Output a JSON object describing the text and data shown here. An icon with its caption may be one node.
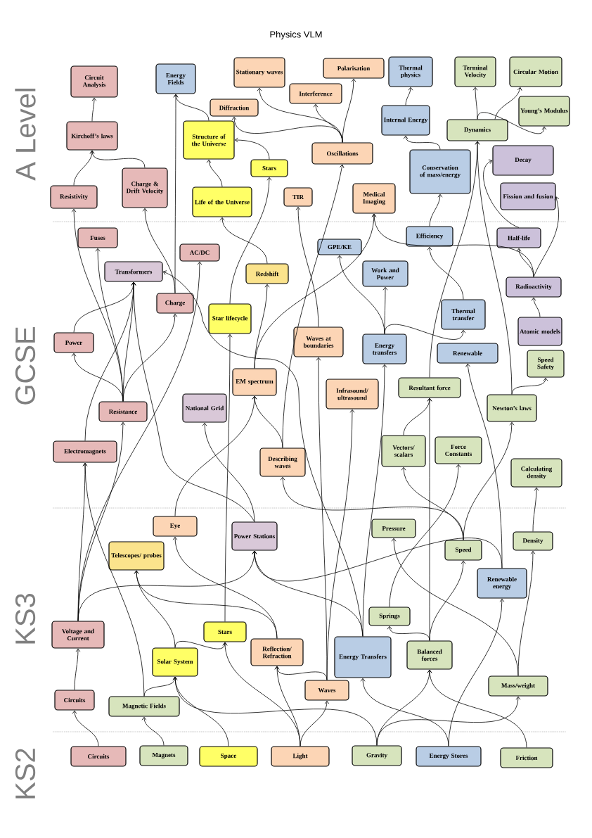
{
  "diagram": {
    "title": "Physics VLM",
    "nodes": [
      {
        "text": [
          "Circuit Analysis"
        ]
      },
      {
        "text": [
          "Energy Fields"
        ]
      },
      {
        "text": [
          "Stationary waves"
        ]
      },
      {
        "text": [
          "Polarisation"
        ]
      },
      {
        "text": [
          "Thermal physics"
        ]
      },
      {
        "text": [
          "Terminal Velocity"
        ]
      },
      {
        "text": [
          "Circular Motion"
        ]
      },
      {
        "text": [
          "Interference"
        ]
      },
      {
        "text": [
          "Diffraction"
        ]
      },
      {
        "text": [
          "Kirchoff’s laws"
        ]
      },
      {
        "text": [
          "Structure of the Universe"
        ]
      },
      {
        "text": [
          "Internal Energy"
        ]
      },
      {
        "text": [
          "Young’s Modulus"
        ]
      },
      {
        "text": [
          "Dynamics"
        ]
      },
      {
        "text": [
          "Oscillations"
        ]
      },
      {
        "text": [
          "Stars"
        ]
      },
      {
        "text": [
          "Conservation of mass/energy"
        ]
      },
      {
        "text": [
          "Decay"
        ]
      },
      {
        "text": [
          "Resistivity"
        ]
      },
      {
        "text": [
          "Charge & Drift Velocity"
        ]
      },
      {
        "text": [
          "Life of the Universe"
        ]
      },
      {
        "text": [
          "TIR"
        ]
      },
      {
        "text": [
          "Medical Imaging"
        ]
      },
      {
        "text": [
          "Fission and fusion"
        ]
      },
      {
        "text": [
          "Fuses"
        ]
      },
      {
        "text": [
          "AC/DC"
        ]
      },
      {
        "text": [
          "Transformers"
        ]
      },
      {
        "text": [
          "GPE/KE"
        ]
      },
      {
        "text": [
          "Efficiency"
        ]
      },
      {
        "text": [
          "Half-life"
        ]
      },
      {
        "text": [
          "Redshift"
        ]
      },
      {
        "text": [
          "Work and Power"
        ]
      },
      {
        "text": [
          "Charge"
        ]
      },
      {
        "text": [
          "Radioactivity"
        ]
      },
      {
        "text": [
          "Star lifecycle"
        ]
      },
      {
        "text": [
          "Thermal transfer"
        ]
      },
      {
        "text": [
          "Power"
        ]
      },
      {
        "text": [
          "Waves at boundaries"
        ]
      },
      {
        "text": [
          "Energy transfers"
        ]
      },
      {
        "text": [
          "Atomic models"
        ]
      },
      {
        "text": [
          "Renewable"
        ]
      },
      {
        "text": [
          "Speed Safety"
        ]
      },
      {
        "text": [
          "EM spectrum"
        ]
      },
      {
        "text": [
          "Infrasound/ ultrasound"
        ]
      },
      {
        "text": [
          "Resultant force"
        ]
      },
      {
        "text": [
          "National Grid"
        ]
      },
      {
        "text": [
          "Newton’s laws"
        ]
      },
      {
        "text": [
          "Resistance"
        ]
      },
      {
        "text": [
          "Electromagnets"
        ]
      },
      {
        "text": [
          "Describing waves"
        ]
      },
      {
        "text": [
          "Vectors/ scalars"
        ]
      },
      {
        "text": [
          "Force Constants"
        ]
      },
      {
        "text": [
          "Calculating density"
        ]
      },
      {
        "text": [
          "Eye"
        ]
      },
      {
        "text": [
          "Pressure"
        ]
      },
      {
        "text": [
          "Power Stations"
        ]
      },
      {
        "text": [
          "Speed"
        ]
      },
      {
        "text": [
          "Density"
        ]
      },
      {
        "text": [
          "Telescopes/ probes"
        ]
      },
      {
        "text": [
          "Renewable energy"
        ]
      },
      {
        "text": [
          "Springs"
        ]
      },
      {
        "text": [
          "Voltage and Current"
        ]
      },
      {
        "text": [
          "Stars"
        ]
      },
      {
        "text": [
          "Reflection/ Refraction"
        ]
      },
      {
        "text": [
          "Energy Transfers"
        ]
      },
      {
        "text": [
          "Balanced forces"
        ]
      },
      {
        "text": [
          "Solar System"
        ]
      },
      {
        "text": [
          "Waves"
        ]
      },
      {
        "text": [
          "Mass/weight"
        ]
      },
      {
        "text": [
          "Circuits"
        ]
      },
      {
        "text": [
          "Magnetic Fields"
        ]
      },
      {
        "text": [
          "Circuits"
        ]
      },
      {
        "text": [
          "Magnets"
        ]
      },
      {
        "text": [
          "Space"
        ]
      },
      {
        "text": [
          "Light"
        ]
      },
      {
        "text": [
          "Gravity"
        ]
      },
      {
        "text": [
          "Energy Stores"
        ]
      },
      {
        "text": [
          "Friction"
        ]
      }
    ],
    "edges": [
      {
        "from": 9,
        "to": 0,
        "arrow": "to"
      },
      {
        "from": 18,
        "to": 9,
        "arrow": "to"
      },
      {
        "from": 19,
        "to": 9,
        "arrow": "to"
      },
      {
        "from": 10,
        "to": 1,
        "arrow": "to"
      },
      {
        "from": 20,
        "to": 10,
        "arrow": "to"
      },
      {
        "from": 15,
        "to": 10,
        "arrow": "to"
      },
      {
        "from": 14,
        "to": 2,
        "arrow": "to"
      },
      {
        "from": 14,
        "to": 8,
        "arrow": "to"
      },
      {
        "from": 14,
        "to": 7,
        "arrow": "to"
      },
      {
        "from": 14,
        "to": 3,
        "arrow": "to"
      },
      {
        "from": 11,
        "to": 4,
        "arrow": "to"
      },
      {
        "from": 16,
        "to": 11,
        "arrow": "to"
      },
      {
        "from": 13,
        "to": 5,
        "arrow": "to"
      },
      {
        "from": 13,
        "to": 6,
        "arrow": "to"
      },
      {
        "from": 13,
        "to": 12,
        "arrow": "to"
      },
      {
        "from": 47,
        "to": 18,
        "arrow": "to"
      },
      {
        "from": 32,
        "to": 19,
        "arrow": "to"
      },
      {
        "from": 32,
        "to": 1,
        "arrow": "to"
      },
      {
        "from": 34,
        "to": 15,
        "arrow": "to"
      },
      {
        "from": 30,
        "to": 20,
        "arrow": "to"
      },
      {
        "from": 37,
        "to": 21,
        "arrow": "to"
      },
      {
        "from": 33,
        "to": 22,
        "arrow": "to"
      },
      {
        "from": 42,
        "to": 22,
        "arrow": "to"
      },
      {
        "from": 49,
        "to": 14,
        "arrow": "to"
      },
      {
        "from": 28,
        "to": 16,
        "arrow": "to"
      },
      {
        "from": 44,
        "to": 13,
        "arrow": "to"
      },
      {
        "from": 46,
        "to": 13,
        "arrow": "to"
      },
      {
        "from": 29,
        "to": 17,
        "arrow": "to"
      },
      {
        "from": 33,
        "to": 23,
        "arrow": "to"
      },
      {
        "from": 35,
        "to": 28,
        "arrow": "to"
      },
      {
        "from": 33,
        "to": 29,
        "arrow": "to"
      },
      {
        "from": 39,
        "to": 33,
        "arrow": "to"
      },
      {
        "from": 38,
        "to": 27,
        "arrow": "to"
      },
      {
        "from": 38,
        "to": 31,
        "arrow": "to"
      },
      {
        "from": 38,
        "to": 35,
        "arrow": "to"
      },
      {
        "from": 47,
        "to": 24,
        "arrow": "to"
      },
      {
        "from": 47,
        "to": 36,
        "arrow": "to"
      },
      {
        "from": 36,
        "to": 26,
        "arrow": "to"
      },
      {
        "from": 47,
        "to": 26,
        "arrow": "to"
      },
      {
        "from": 47,
        "to": 32,
        "arrow": "to"
      },
      {
        "from": 48,
        "to": 26,
        "arrow": "to"
      },
      {
        "from": 55,
        "to": 26,
        "arrow": "to"
      },
      {
        "from": 64,
        "to": 26,
        "arrow": "to"
      },
      {
        "from": 42,
        "to": 30,
        "arrow": "to"
      },
      {
        "from": 49,
        "to": 42,
        "arrow": "to"
      },
      {
        "from": 53,
        "to": 42,
        "arrow": "to"
      },
      {
        "from": 55,
        "to": 45,
        "arrow": "to"
      },
      {
        "from": 62,
        "to": 34,
        "arrow": "to"
      },
      {
        "from": 67,
        "to": 37,
        "arrow": "to"
      },
      {
        "from": 67,
        "to": 43,
        "arrow": "to"
      },
      {
        "from": 64,
        "to": 38,
        "arrow": "to"
      },
      {
        "from": 59,
        "to": 40,
        "arrow": "to"
      },
      {
        "from": 46,
        "to": 41,
        "arrow": "to"
      },
      {
        "from": 56,
        "to": 46,
        "arrow": "to"
      },
      {
        "from": 60,
        "to": 51,
        "arrow": "to"
      },
      {
        "from": 56,
        "to": 50,
        "arrow": "to"
      },
      {
        "from": 56,
        "to": 49,
        "arrow": "to"
      },
      {
        "from": 50,
        "to": 44,
        "arrow": "to"
      },
      {
        "from": 65,
        "to": 44,
        "arrow": "to"
      },
      {
        "from": 57,
        "to": 52,
        "arrow": "to"
      },
      {
        "from": 68,
        "to": 57,
        "arrow": "to"
      },
      {
        "from": 68,
        "to": 54,
        "arrow": "to"
      },
      {
        "from": 65,
        "to": 56,
        "arrow": "to"
      },
      {
        "from": 65,
        "to": 60,
        "arrow": "to"
      },
      {
        "from": 59,
        "to": 55,
        "arrow": "to"
      },
      {
        "from": 61,
        "to": 55,
        "arrow": "to"
      },
      {
        "from": 64,
        "to": 55,
        "arrow": "to"
      },
      {
        "from": 63,
        "to": 53,
        "arrow": "to"
      },
      {
        "from": 63,
        "to": 58,
        "arrow": "to"
      },
      {
        "from": 66,
        "to": 58,
        "arrow": "to"
      },
      {
        "from": 66,
        "to": 62,
        "arrow": "to"
      },
      {
        "from": 74,
        "to": 62,
        "arrow": "to"
      },
      {
        "from": 74,
        "to": 63,
        "arrow": "to"
      },
      {
        "from": 74,
        "to": 67,
        "arrow": "to"
      },
      {
        "from": 67,
        "to": 63,
        "arrow": "to"
      },
      {
        "from": 73,
        "to": 66,
        "arrow": "to"
      },
      {
        "from": 75,
        "to": 66,
        "arrow": "to"
      },
      {
        "from": 70,
        "to": 66,
        "arrow": "to"
      },
      {
        "from": 70,
        "to": 48,
        "arrow": "to"
      },
      {
        "from": 72,
        "to": 70,
        "arrow": "to"
      },
      {
        "from": 71,
        "to": 69,
        "arrow": "to"
      },
      {
        "from": 69,
        "to": 61,
        "arrow": "to"
      },
      {
        "from": 61,
        "to": 48,
        "arrow": "to"
      },
      {
        "from": 61,
        "to": 47,
        "arrow": "to"
      },
      {
        "from": 61,
        "to": 25,
        "arrow": "to"
      },
      {
        "from": 75,
        "to": 65,
        "arrow": "to"
      },
      {
        "from": 77,
        "to": 65,
        "arrow": "to"
      },
      {
        "from": 75,
        "to": 68,
        "arrow": "to"
      },
      {
        "from": 76,
        "to": 64,
        "arrow": "to"
      },
      {
        "from": 76,
        "to": 59,
        "arrow": "to"
      }
    ],
    "labels": [
      "A Level",
      "GCSE",
      "KS3",
      "KS2"
    ]
  }
}
